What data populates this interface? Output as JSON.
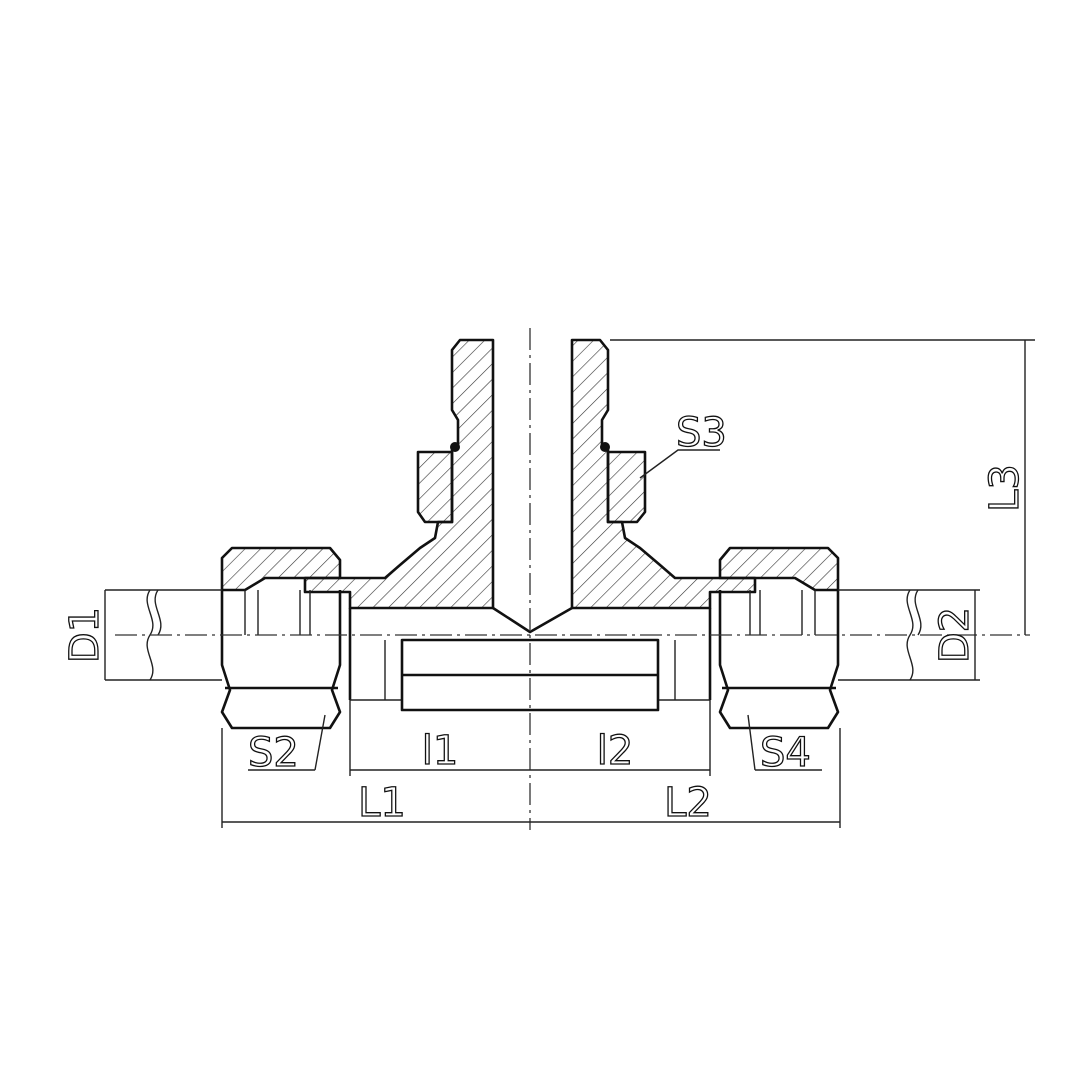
{
  "drawing": {
    "labels": {
      "S3": "S3",
      "L3": "L3",
      "D1": "D1",
      "D2": "D2",
      "S2": "S2",
      "S4": "S4",
      "l1": "l1",
      "l2": "l2",
      "L1": "L1",
      "L2": "L2"
    },
    "line_color": "#111111",
    "background": "#ffffff"
  }
}
